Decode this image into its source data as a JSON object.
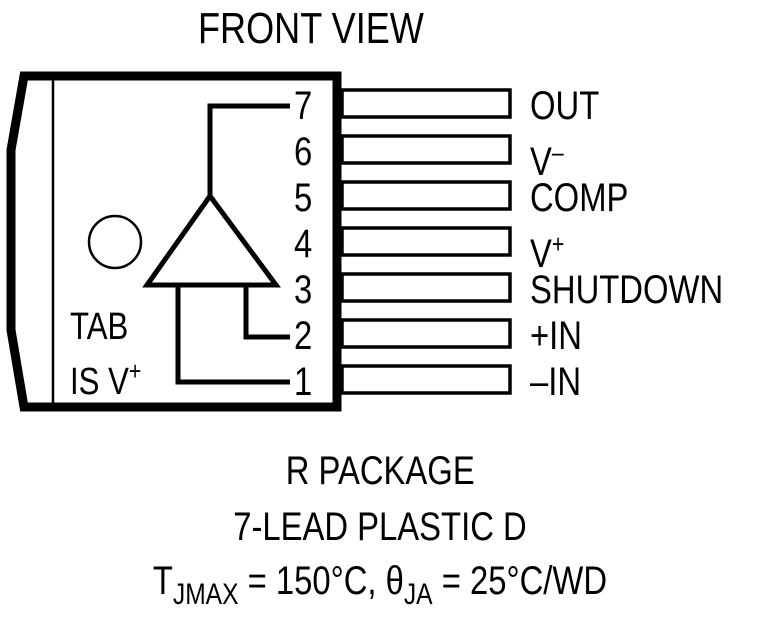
{
  "diagram": {
    "title": "FRONT VIEW",
    "tab_note": {
      "line1": "TAB",
      "line2_prefix": "IS V",
      "line2_sup": "+"
    },
    "pins": [
      {
        "number": "7",
        "label": "OUT",
        "label_sup": ""
      },
      {
        "number": "6",
        "label": "V",
        "label_sup": "–"
      },
      {
        "number": "5",
        "label": "COMP",
        "label_sup": ""
      },
      {
        "number": "4",
        "label": "V",
        "label_sup": "+"
      },
      {
        "number": "3",
        "label": "SHUTDOWN",
        "label_sup": ""
      },
      {
        "number": "2",
        "label": "+IN",
        "label_sup": ""
      },
      {
        "number": "1",
        "label": "–IN",
        "label_sup": ""
      }
    ],
    "caption": {
      "line1": "R PACKAGE",
      "line2": "7-LEAD PLASTIC D",
      "line3": {
        "t": "T",
        "t_sub": "JMAX",
        "t_value": " = 150°C, ",
        "theta": "θ",
        "theta_sub": "JA",
        "theta_value": " = 25°C/WD"
      }
    },
    "colors": {
      "ink": "#000000",
      "background": "#ffffff"
    }
  }
}
